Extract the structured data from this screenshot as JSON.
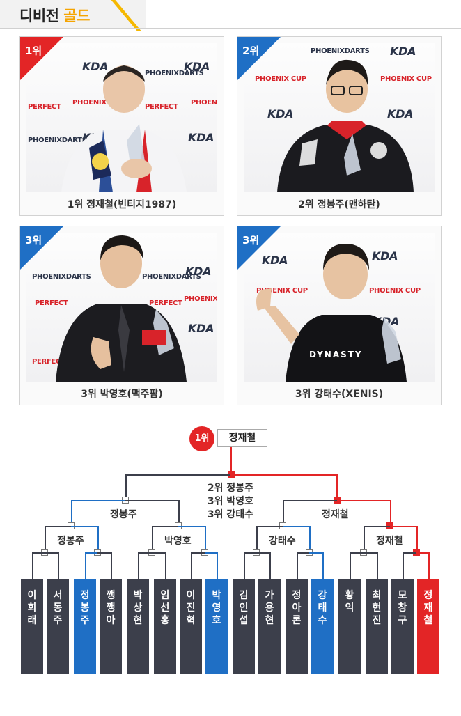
{
  "header": {
    "title_main": "디비전",
    "title_accent": "골드"
  },
  "cards": [
    {
      "rank": "1위",
      "caption": "1위 정재철(빈티지1987)",
      "flag": "red"
    },
    {
      "rank": "2위",
      "caption": "2위 정봉주(맨하탄)",
      "flag": "blue"
    },
    {
      "rank": "3위",
      "caption": "3위 박영호(맥주팜)",
      "flag": "blue"
    },
    {
      "rank": "3위",
      "caption": "3위 강태수(XENIS)",
      "flag": "blue"
    }
  ],
  "backdrop": {
    "kda": "KDA",
    "phoenix": "PHOENIX",
    "phoenixdarts": "PHOENIXDARTS",
    "phoenixcup": "PHOENIX CUP",
    "perfect": "PERFECT",
    "dynasty": "DYNASTY"
  },
  "bracket": {
    "winner_badge": "1위",
    "winner_name": "정재철",
    "summary": [
      "2위 정봉주",
      "3위 박영호",
      "3위 강태수"
    ],
    "semi": [
      "정봉주",
      "정재철"
    ],
    "quarter": [
      "정봉주",
      "박영호",
      "강태수",
      "정재철"
    ],
    "players": [
      {
        "name": "이희래",
        "state": "gray"
      },
      {
        "name": "서동주",
        "state": "gray"
      },
      {
        "name": "정봉주",
        "state": "blue"
      },
      {
        "name": "깽깽아",
        "state": "gray"
      },
      {
        "name": "박상현",
        "state": "gray"
      },
      {
        "name": "임선홍",
        "state": "gray"
      },
      {
        "name": "이진혁",
        "state": "gray"
      },
      {
        "name": "박영호",
        "state": "blue"
      },
      {
        "name": "김인섭",
        "state": "gray"
      },
      {
        "name": "가용현",
        "state": "gray"
      },
      {
        "name": "정아론",
        "state": "gray"
      },
      {
        "name": "강태수",
        "state": "blue"
      },
      {
        "name": "황익",
        "state": "gray"
      },
      {
        "name": "최현진",
        "state": "gray"
      },
      {
        "name": "모창구",
        "state": "gray"
      },
      {
        "name": "정재철",
        "state": "red"
      }
    ]
  },
  "colors": {
    "red": "#e32526",
    "blue": "#1f6fc5",
    "dark": "#3c3f4b",
    "gold": "#f5a400"
  }
}
